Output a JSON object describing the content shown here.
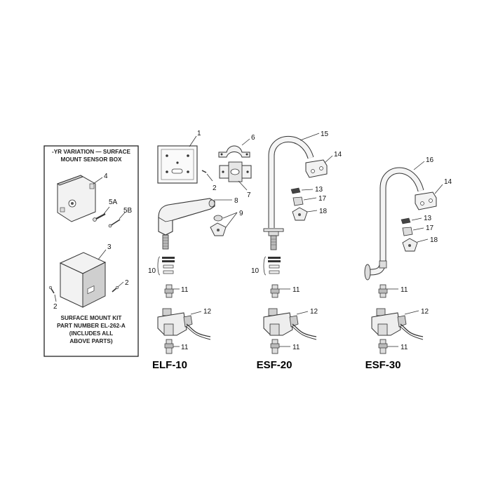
{
  "kit_box": {
    "title_lines": [
      "-YR VARIATION — SURFACE",
      "MOUNT SENSOR BOX"
    ],
    "footer_lines": [
      "SURFACE MOUNT KIT",
      "PART NUMBER EL-262-A",
      "(INCLUDES ALL",
      "ABOVE PARTS)"
    ],
    "callouts": {
      "c4": "4",
      "c5a": "5A",
      "c5b": "5B",
      "c3": "3",
      "c2a": "2",
      "c2b": "2"
    }
  },
  "elf10": {
    "model_label": "ELF-10",
    "callouts": {
      "c1": "1",
      "c2": "2",
      "c6": "6",
      "c7": "7",
      "c8": "8",
      "c9": "9",
      "c10": "10",
      "c11a": "11",
      "c12": "12",
      "c11b": "11"
    }
  },
  "esf20": {
    "model_label": "ESF-20",
    "callouts": {
      "c15": "15",
      "c14": "14",
      "c13": "13",
      "c17": "17",
      "c18": "18",
      "c10": "10",
      "c11a": "11",
      "c12": "12",
      "c11b": "11"
    }
  },
  "esf30": {
    "model_label": "ESF-30",
    "callouts": {
      "c16": "16",
      "c14": "14",
      "c13": "13",
      "c17": "17",
      "c18": "18",
      "c11a": "11",
      "c12": "12",
      "c11b": "11"
    }
  }
}
